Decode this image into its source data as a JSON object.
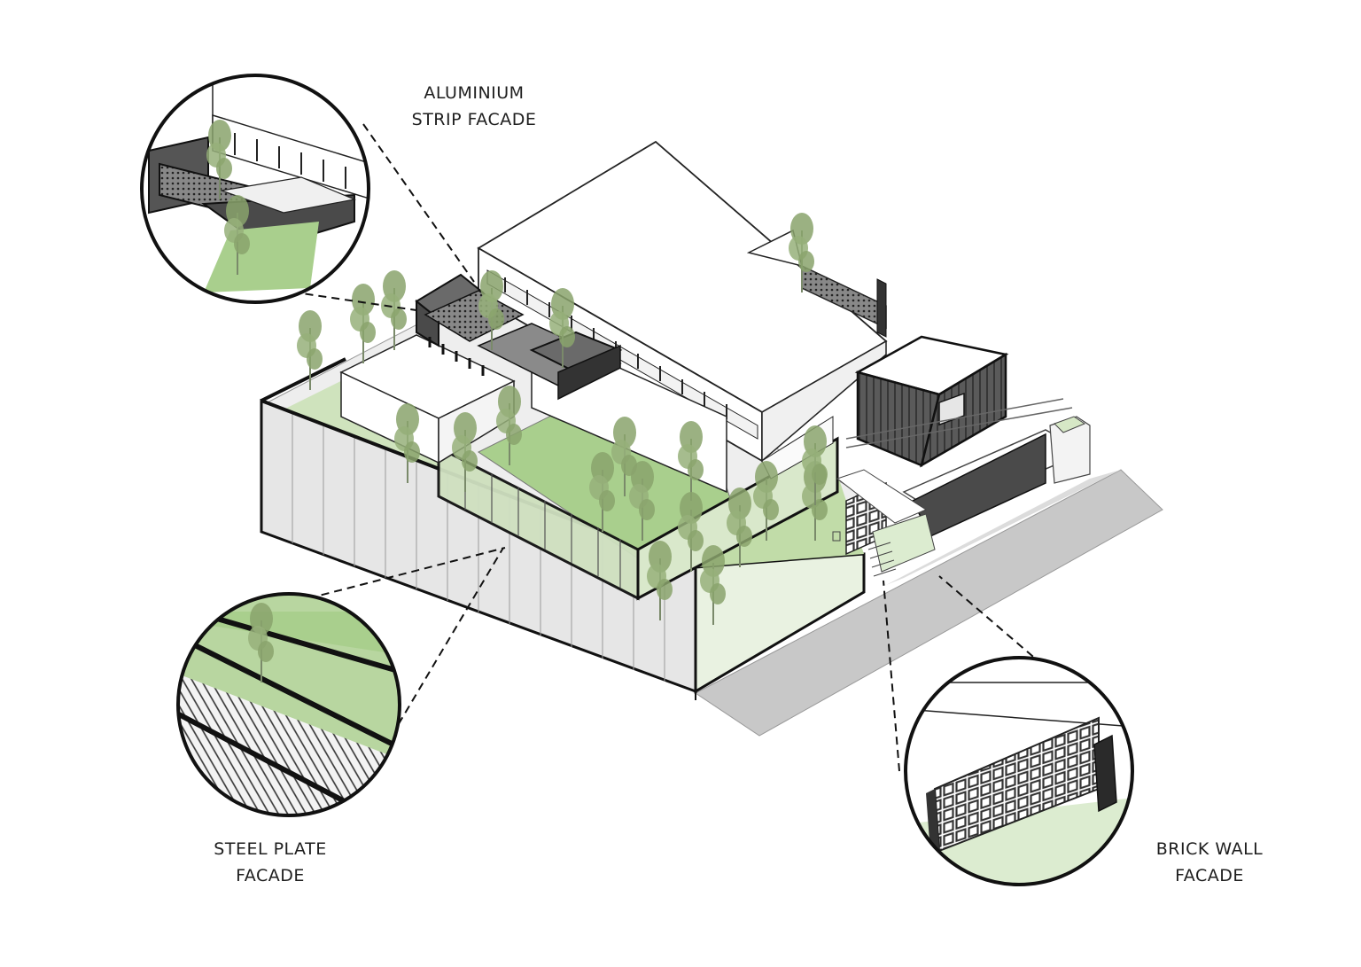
{
  "labels": {
    "aluminium": [
      "ALUMINIUM",
      "STRIP FACADE"
    ],
    "steel": [
      "STEEL PLATE",
      "FACADE"
    ],
    "brick": [
      "BRICK WALL",
      "FACADE"
    ]
  },
  "colors": {
    "lawn": "#a9cf8d",
    "lawn_light": "#d6e8c6",
    "facade_dark": "#555555",
    "road": "#c9c9c9",
    "tree": "#8aa36c",
    "glass": "#ececec",
    "line": "#111111"
  },
  "icons": [
    "tree-icon",
    "detail-callout-circle"
  ]
}
